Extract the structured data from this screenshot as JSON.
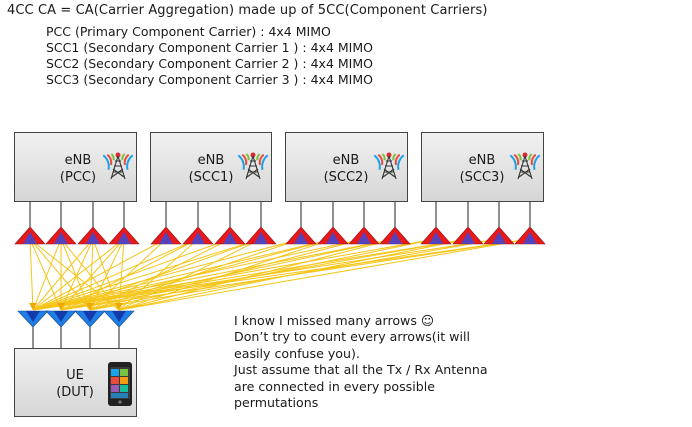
{
  "title": "4CC CA = CA(Carrier Aggregation) made up of 5CC(Component Carriers)",
  "carriers": [
    "PCC (Primary Component Carrier) : 4x4 MIMO",
    "SCC1 (Secondary Component Carrier 1 ) : 4x4 MIMO",
    "SCC2 (Secondary Component Carrier 2 ) : 4x4 MIMO",
    "SCC3 (Secondary Component Carrier 3 ) : 4x4 MIMO"
  ],
  "enbs": [
    {
      "name": "eNB",
      "sub": "(PCC)"
    },
    {
      "name": "eNB",
      "sub": "(SCC1)"
    },
    {
      "name": "eNB",
      "sub": "(SCC2)"
    },
    {
      "name": "eNB",
      "sub": "(SCC3)"
    }
  ],
  "ue": {
    "name": "UE",
    "sub": "(DUT)"
  },
  "note": [
    "I know I missed many arrows ☺",
    "Don’t try to count every arrows(it will",
    "easily confuse you).",
    "Just assume that all the Tx / Rx Antenna",
    "are connected in every possible",
    "permutations"
  ],
  "colors": {
    "tx_antenna": "#e8191b",
    "rx_antenna": "#1f7ee6",
    "link": "#f5c518"
  }
}
